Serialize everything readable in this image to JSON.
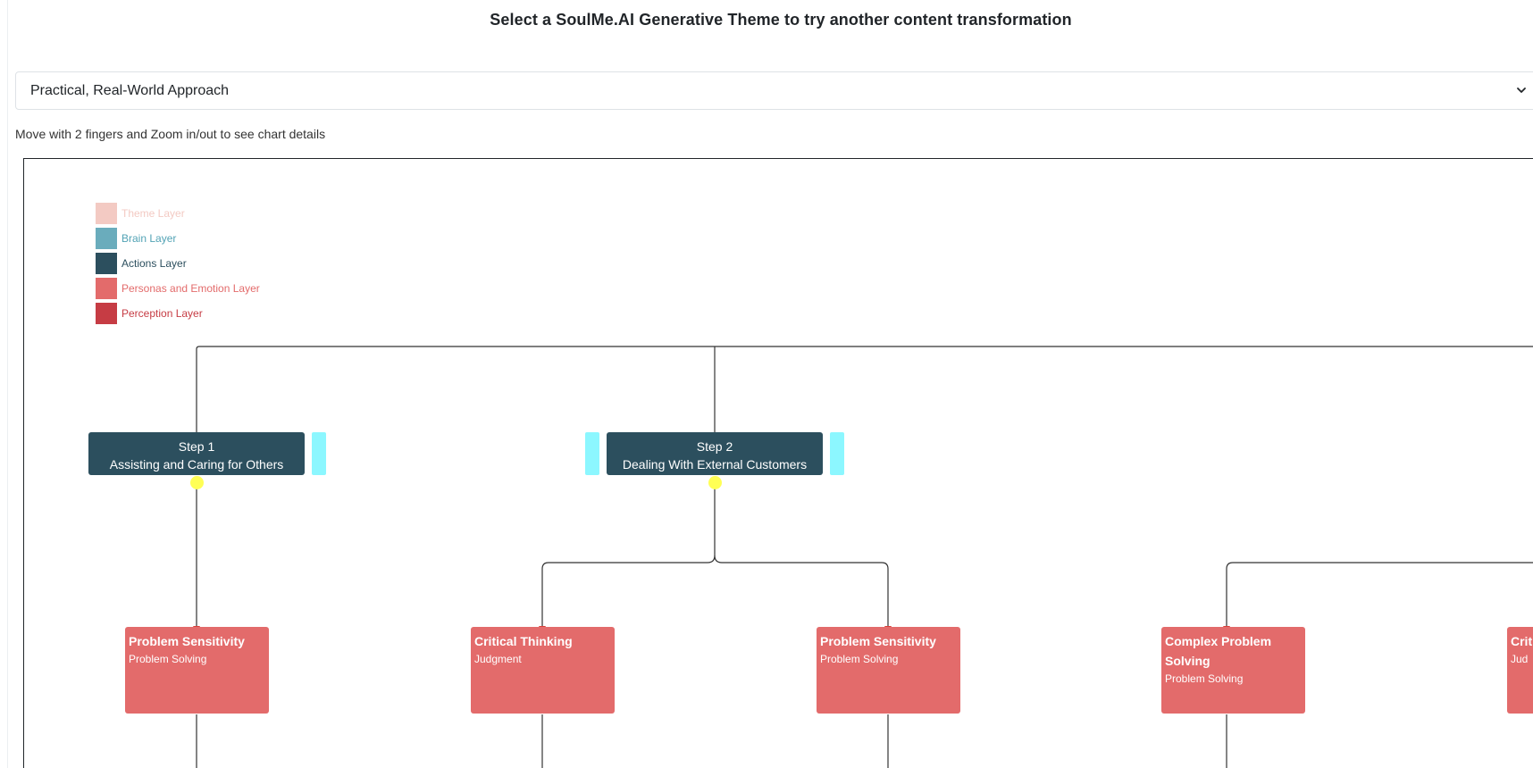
{
  "header": {
    "title": "Select a SoulMe.AI Generative Theme to try another content transformation"
  },
  "theme_select": {
    "selected": "Practical, Real-World Approach",
    "icon": "chevron-down-icon"
  },
  "hint": "Move with 2 fingers and Zoom in/out to see chart details",
  "legend": [
    {
      "label": "Theme Layer",
      "color": "#f3cac3"
    },
    {
      "label": "Brain Layer",
      "color": "#6aacbc"
    },
    {
      "label": "Actions Layer",
      "color": "#2c4f5e"
    },
    {
      "label": "Personas and Emotion Layer",
      "color": "#e36b6b"
    },
    {
      "label": "Perception Layer",
      "color": "#c63c44"
    }
  ],
  "steps": [
    {
      "line1": "Step 1",
      "line2": "Assisting and Caring for Others"
    },
    {
      "line1": "Step 2",
      "line2": "Dealing With External Customers"
    }
  ],
  "skills": [
    {
      "title": "Problem Sensitivity",
      "subtitle": "Problem Solving"
    },
    {
      "title": "Critical Thinking",
      "subtitle": "Judgment"
    },
    {
      "title": "Problem Sensitivity",
      "subtitle": "Problem Solving"
    },
    {
      "title": "Complex Problem Solving",
      "subtitle": "Problem Solving"
    },
    {
      "title": "Crit",
      "subtitle": "Jud"
    }
  ],
  "colors": {
    "connector": "#333333",
    "arrow": "#d9403a",
    "cyan_tab": "#8cf7ff",
    "yellow_dot": "#ffff55"
  }
}
